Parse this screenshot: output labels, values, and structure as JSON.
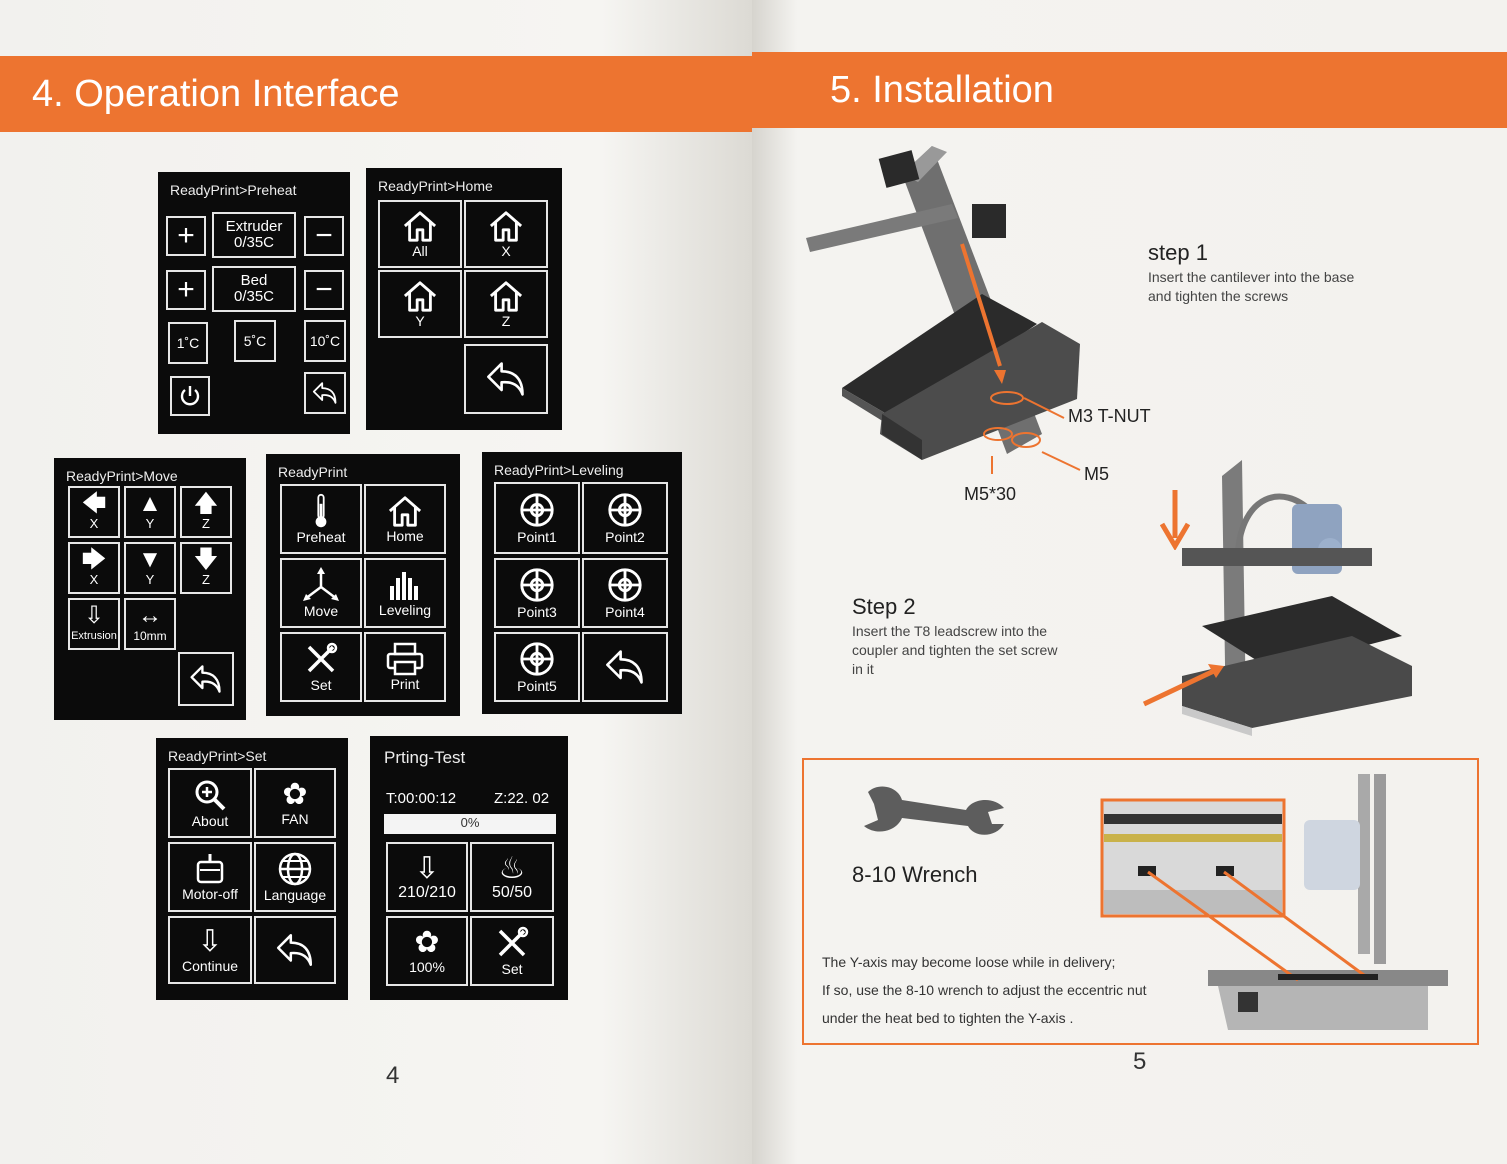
{
  "left_page": {
    "section_title": "4. Operation Interface",
    "page_number": "4",
    "preheat_screen": {
      "title": "ReadyPrint>Preheat",
      "extruder_label": "Extruder",
      "extruder_value": "0/35C",
      "bed_label": "Bed",
      "bed_value": "0/35C",
      "step_1": "1˚C",
      "step_5": "5˚C",
      "step_10": "10˚C"
    },
    "home_screen": {
      "title": "ReadyPrint>Home",
      "buttons": [
        "All",
        "X",
        "Y",
        "Z"
      ]
    },
    "move_screen": {
      "title": "ReadyPrint>Move",
      "row1": [
        "X",
        "Y",
        "Z"
      ],
      "row2": [
        "X",
        "Y",
        "Z"
      ],
      "extrusion_label": "Extrusion",
      "distance_label": "10mm"
    },
    "main_screen": {
      "title": "ReadyPrint",
      "buttons": [
        "Preheat",
        "Home",
        "Move",
        "Leveling",
        "Set",
        "Print"
      ]
    },
    "leveling_screen": {
      "title": "ReadyPrint>Leveling",
      "points": [
        "Point1",
        "Point2",
        "Point3",
        "Point4",
        "Point5"
      ]
    },
    "set_screen": {
      "title": "ReadyPrint>Set",
      "buttons": [
        "About",
        "FAN",
        "Motor-off",
        "Language",
        "Continue"
      ]
    },
    "printing_screen": {
      "title": "Prting-Test",
      "time": "T:00:00:12",
      "z_pos": "Z:22. 02",
      "progress_label": "0%",
      "progress": 0,
      "nozzle_temp": "210/210",
      "bed_temp": "50/50",
      "fan_speed": "100%",
      "set_label": "Set"
    }
  },
  "right_page": {
    "section_title": "5. Installation",
    "page_number": "5",
    "step1": {
      "heading": "step 1",
      "text_line1": "Insert the cantilever into the base",
      "text_line2": "and tighten the screws"
    },
    "callouts": {
      "tnut": "M3 T-NUT",
      "m5": "M5",
      "m5x30": "M5*30"
    },
    "step2": {
      "heading": "Step 2",
      "text_line1": "Insert the T8 leadscrew into the",
      "text_line2": "coupler and tighten the set screw",
      "text_line3": "in it"
    },
    "wrench": {
      "label": "8-10 Wrench",
      "note_line1": "The Y-axis may become loose while in delivery;",
      "note_line2": "If so, use the 8-10 wrench to adjust the eccentric nut",
      "note_line3": "under the heat bed to tighten the Y-axis ."
    },
    "accent_color": "#ed7430"
  }
}
